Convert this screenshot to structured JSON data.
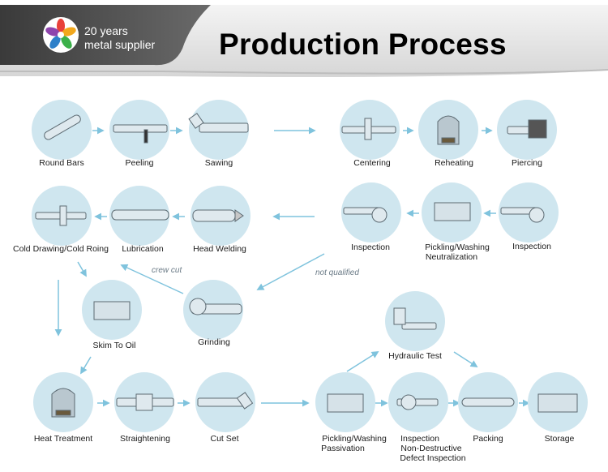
{
  "header": {
    "brand_line1": "20 years",
    "brand_line2": "metal supplier",
    "title": "Production Process"
  },
  "colors": {
    "circle_fill": "#cfe6ef",
    "arrow": "#7fc3dd",
    "header_dark": "#4a4a4a",
    "header_light": "#e8e8e8"
  },
  "steps": {
    "round_bars": "Round Bars",
    "peeling": "Peeling",
    "sawing": "Sawing",
    "centering": "Centering",
    "reheating": "Reheating",
    "piercing": "Piercing",
    "cold_drawing": "Cold Drawing/Cold Roing",
    "lubrication": "Lubrication",
    "head_welding": "Head Welding",
    "inspection_1": "Inspection",
    "pickling_neutralization_1": "Pickling/Washing",
    "pickling_neutralization_2": "Neutralization",
    "inspection_2": "Inspection",
    "skim_to_oil": "Skim To Oil",
    "grinding": "Grinding",
    "hydraulic_test": "Hydraulic Test",
    "heat_treatment": "Heat Treatment",
    "straightening": "Straightening",
    "cut_set": "Cut Set",
    "pickling_passivation_1": "Pickling/Washing",
    "pickling_passivation_2": "Passivation",
    "inspection_ndt_1": "Inspection",
    "inspection_ndt_2": "Non-Destructive",
    "inspection_ndt_3": "Defect Inspection",
    "packing": "Packing",
    "storage": "Storage"
  },
  "notes": {
    "crew_cut": "crew cut",
    "not_qualified": "not qualified"
  }
}
